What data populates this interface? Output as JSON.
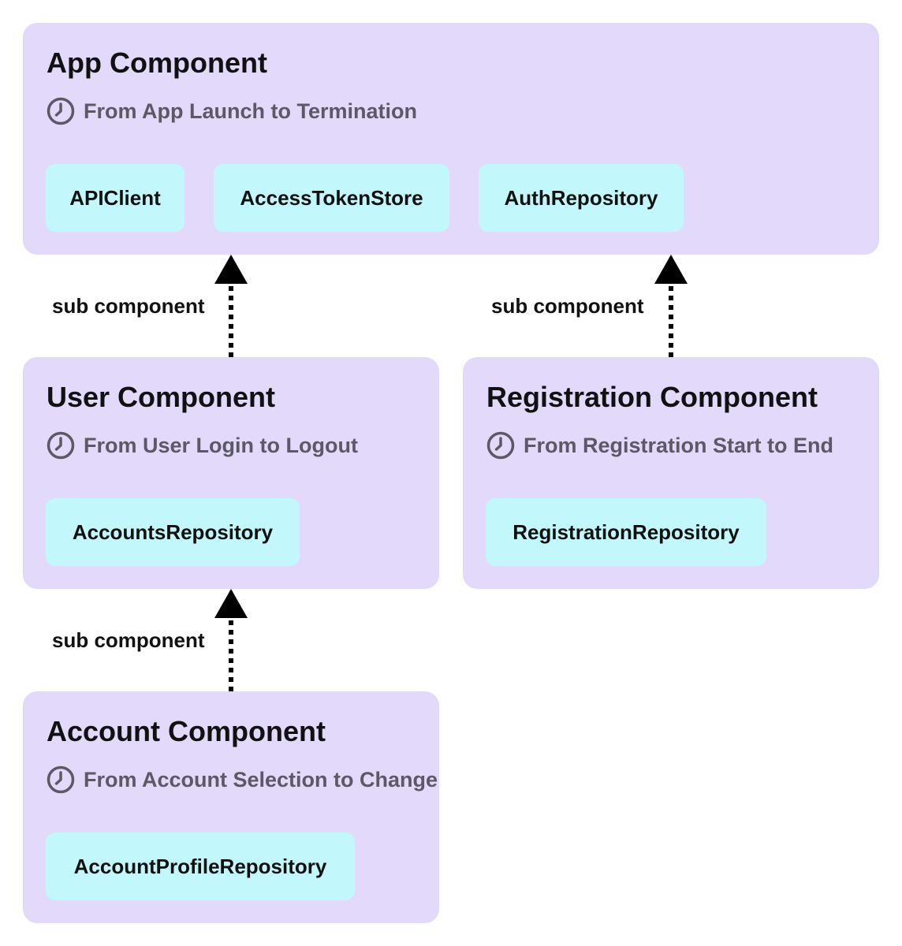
{
  "components": {
    "app": {
      "title": "App Component",
      "scope": "From App Launch to Termination",
      "deps": [
        "APIClient",
        "AccessTokenStore",
        "AuthRepository"
      ]
    },
    "user": {
      "title": "User Component",
      "scope": "From User Login to Logout",
      "deps": [
        "AccountsRepository"
      ]
    },
    "registration": {
      "title": "Registration Component",
      "scope": "From Registration Start to End",
      "deps": [
        "RegistrationRepository"
      ]
    },
    "account": {
      "title": "Account Component",
      "scope": "From Account Selection to Change",
      "deps": [
        "AccountProfileRepository"
      ]
    }
  },
  "edges": [
    {
      "from": "User Component",
      "to": "App Component",
      "label": "sub component"
    },
    {
      "from": "Registration Component",
      "to": "App Component",
      "label": "sub component"
    },
    {
      "from": "Account Component",
      "to": "User Component",
      "label": "sub component"
    }
  ],
  "icons": {
    "scope": "clock-icon"
  },
  "colors": {
    "component_fill": "#e3d9fb",
    "dependency_fill": "#c2f7fb",
    "text": "#111111",
    "scope_text": "#5c5866"
  }
}
